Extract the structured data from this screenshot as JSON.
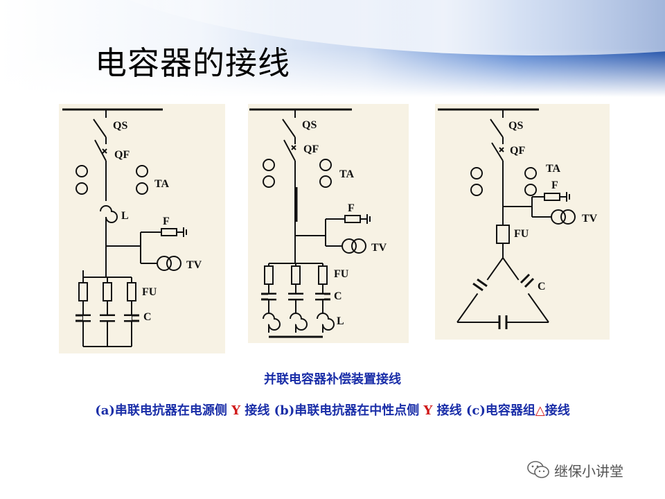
{
  "slide": {
    "title": "电容器的接线",
    "caption": "并联电容器补偿装置接线",
    "sub_a_pre": "(a)串联电抗器在电源侧 ",
    "sub_a_y": "Y",
    "sub_a_post": " 接线 ",
    "sub_b_pre": "(b)串联电抗器在中性点侧 ",
    "sub_b_y": "Y",
    "sub_b_post": " 接线 ",
    "sub_c_pre": "(c)电容器组",
    "sub_c_delta": "△",
    "sub_c_post": "接线",
    "accent_color": "#d01818",
    "caption_color": "#1a2ea8"
  },
  "diagram_a": {
    "qs": "QS",
    "qf": "QF",
    "ta": "TA",
    "l": "L",
    "f": "F",
    "tv": "TV",
    "fu": "FU",
    "c": "C"
  },
  "diagram_b": {
    "qs": "QS",
    "qf": "QF",
    "ta": "TA",
    "f": "F",
    "tv": "TV",
    "fu": "FU",
    "c": "C",
    "l": "L"
  },
  "diagram_c": {
    "qs": "QS",
    "qf": "QF",
    "ta": "TA",
    "f": "F",
    "tv": "TV",
    "fu": "FU",
    "c": "C"
  },
  "watermark": {
    "text": "继保小讲堂",
    "icon": "wechat-icon"
  }
}
